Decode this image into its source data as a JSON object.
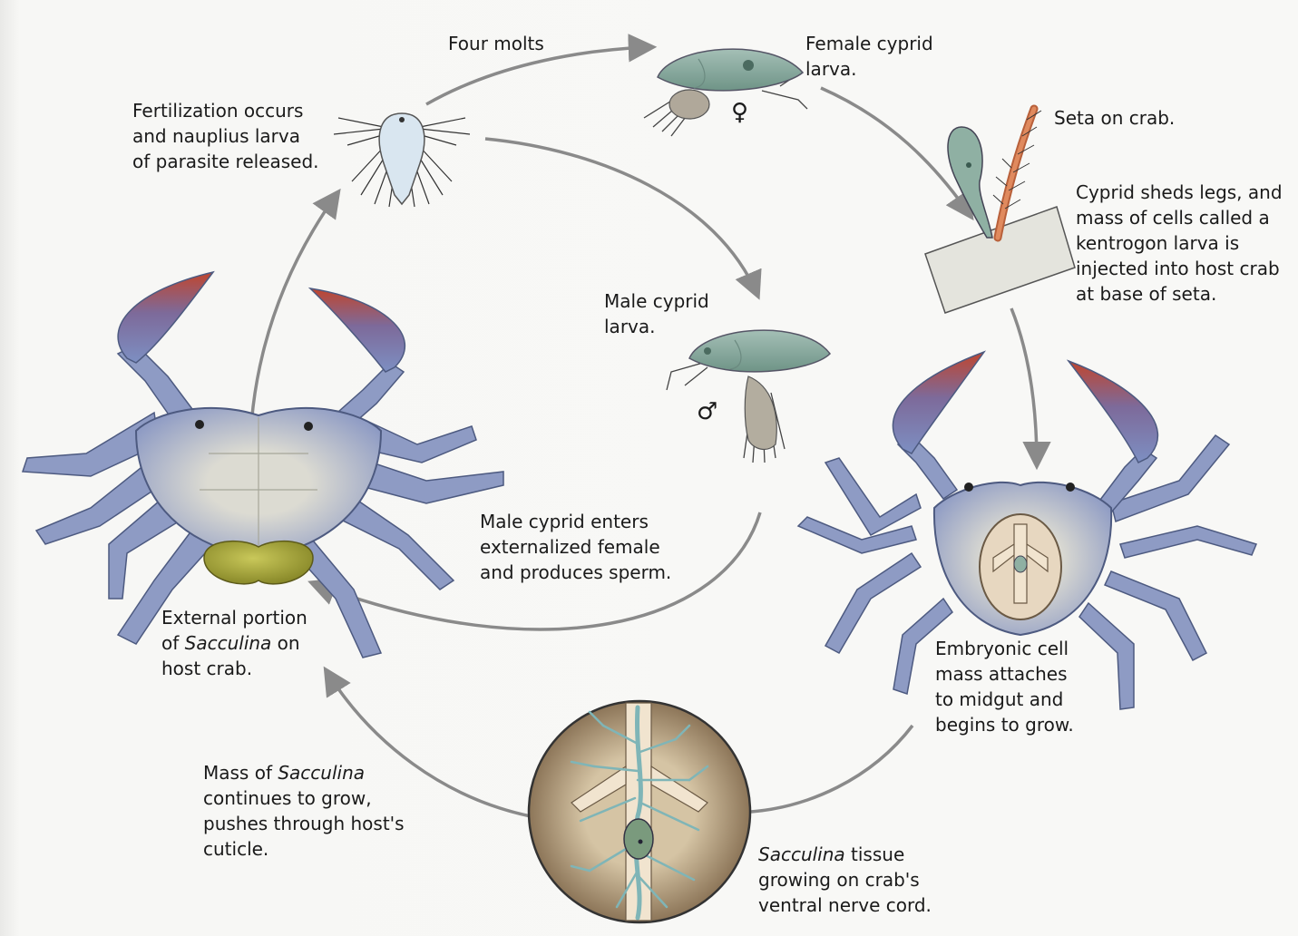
{
  "labels": {
    "four_molts": "Four molts",
    "female_cypris": [
      "Female cyprid",
      "larva."
    ],
    "seta": "Seta on crab.",
    "cyprid_sheds": [
      "Cyprid sheds legs, and",
      "mass of cells called a",
      "kentrogon larva is",
      "injected into host crab",
      "at base of seta."
    ],
    "fertilization": [
      "Fertilization occurs",
      "and nauplius larva",
      "of parasite released."
    ],
    "male_cyprid": [
      "Male cyprid",
      "larva."
    ],
    "male_enters": [
      "Male cyprid enters",
      "externalized female",
      "and produces sperm."
    ],
    "external_portion": {
      "line1": "External portion",
      "line2_pre": "of ",
      "line2_italic": "Sacculina",
      "line2_post": " on",
      "line3": "host crab."
    },
    "embryonic": [
      "Embryonic cell",
      "mass attaches",
      "to midgut and",
      "begins to grow."
    ],
    "mass_of": {
      "line1_pre": "Mass of ",
      "line1_italic": "Sacculina",
      "line2": "continues to grow,",
      "line3": "pushes through host's",
      "line4": "cuticle."
    },
    "tissue": {
      "line1_italic": "Sacculina",
      "line1_post": " tissue",
      "line2": "growing on crab's",
      "line3": "ventral nerve cord."
    }
  },
  "symbols": {
    "female": "♀",
    "male": "♂"
  },
  "colors": {
    "arrow": "#8a8a8a",
    "crab_body": "#8e9bc4",
    "crab_shell": "#d9d8cf",
    "claw_tip": "#c0452e",
    "sacculina": "#a7a53a",
    "larva_shell": "#86a49b",
    "nerve_cord": "#9ec8c8",
    "inset_bg": "#c6b394",
    "seta": "#d8764c",
    "background": "#f6f6f4"
  }
}
